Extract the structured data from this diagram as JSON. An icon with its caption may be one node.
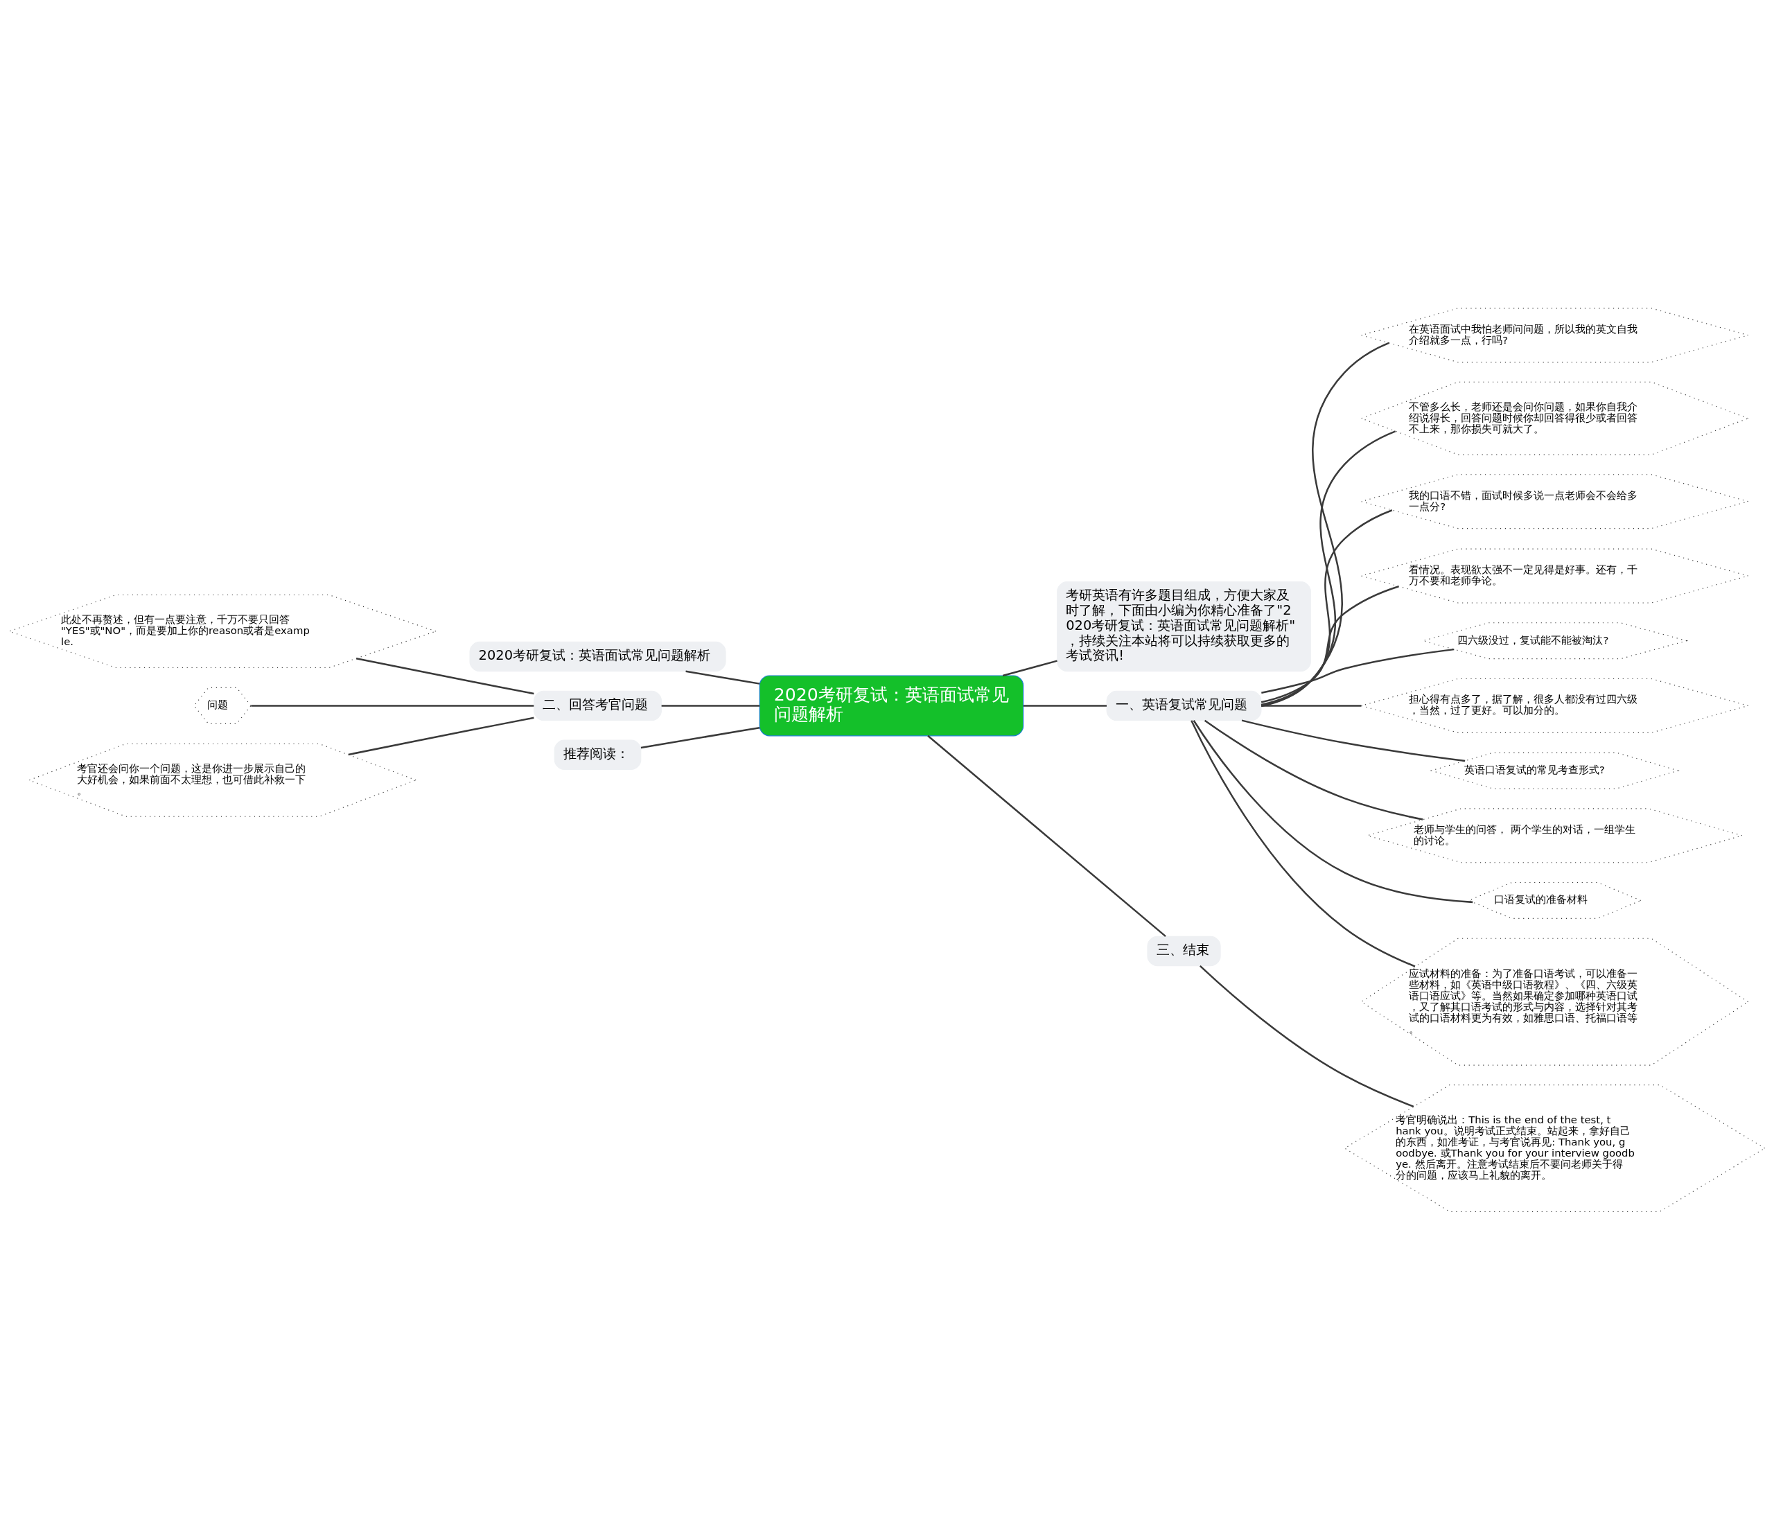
{
  "diagram": {
    "nodes": [
      {
        "text": [
          "2020考研复试：英语面试常见问题解析"
        ]
      },
      {
        "text": [
          "考研英语有许多题目组成，方便大家及时了解，下面由小编为你精心准备了\"2020考研复试：英语面试常见问题解析\"，持续关注本站将可以持续获取更多的考试资讯!"
        ]
      },
      {
        "text": [
          "2020考研复试：英语面试常见问题解析"
        ]
      },
      {
        "text": [
          "二、回答考官问题"
        ]
      },
      {
        "text": [
          "此处不再赘述，但有一点要注意，千万不要只回答\"YES\"或\"NO\"，而是要加上你的reason或者是example."
        ]
      },
      {
        "text": [
          "问题"
        ]
      },
      {
        "text": [
          "考官还会问你一个问题，这是你进一步展示自己的大好机会，如果前面不太理想，也可借此补救一下。"
        ]
      },
      {
        "text": [
          "推荐阅读："
        ]
      },
      {
        "text": [
          "一、英语复试常见问题"
        ]
      },
      {
        "text": [
          "在英语面试中我怕老师问问题，所以我的英文自我介绍就多一点，行吗?"
        ]
      },
      {
        "text": [
          "不管多么长，老师还是会问你问题，如果你自我介绍说得长，回答问题时候你却回答得很少或者回答不上来，那你损失可就大了。"
        ]
      },
      {
        "text": [
          "我的口语不错，面试时候多说一点老师会不会给多一点分?"
        ]
      },
      {
        "text": [
          "看情况。表现欲太强不一定见得是好事。还有，千万不要和老师争论。"
        ]
      },
      {
        "text": [
          "四六级没过，复试能不能被淘汰?"
        ]
      },
      {
        "text": [
          "担心得有点多了，据了解，很多人都没有过四六级，当然，过了更好。可以加分的。"
        ]
      },
      {
        "text": [
          "英语口语复试的常见考查形式?"
        ]
      },
      {
        "text": [
          "老师与学生的问答， 两个学生的对话，一组学生的讨论。"
        ]
      },
      {
        "text": [
          "口语复试的准备材料"
        ]
      },
      {
        "text": [
          "应试材料的准备：为了准备口语考试，可以准备一些材料，如《英语中级口语教程》、《四、六级英语口语应试》等。当然如果确定参加哪种英语口试，又了解其口语考试的形式与内容，选择针对其考试的口语材料更为有效，如雅思口语、托福口语等。"
        ]
      },
      {
        "text": [
          "三、结束"
        ]
      },
      {
        "text": [
          "考官明确说出：This is the end of the test, thank you。说明考试正式结束。站起来，拿好自己的东西，如准考证，与考官说再见: Thank you, goodbye. 或Thank you for your interview goodbye. 然后离开。注意考试结束后不要问老师关于得分的问题，应该马上礼貌的离开。"
        ]
      }
    ],
    "edges": [
      {
        "from": 0,
        "to": 1,
        "arrow": "none"
      },
      {
        "from": 0,
        "to": 2,
        "arrow": "none"
      },
      {
        "from": 0,
        "to": 3,
        "arrow": "none"
      },
      {
        "from": 3,
        "to": 4,
        "arrow": "none"
      },
      {
        "from": 3,
        "to": 5,
        "arrow": "none"
      },
      {
        "from": 3,
        "to": 6,
        "arrow": "none"
      },
      {
        "from": 0,
        "to": 7,
        "arrow": "none"
      },
      {
        "from": 0,
        "to": 8,
        "arrow": "none"
      },
      {
        "from": 8,
        "to": 9,
        "arrow": "none"
      },
      {
        "from": 8,
        "to": 10,
        "arrow": "none"
      },
      {
        "from": 8,
        "to": 11,
        "arrow": "none"
      },
      {
        "from": 8,
        "to": 12,
        "arrow": "none"
      },
      {
        "from": 8,
        "to": 13,
        "arrow": "none"
      },
      {
        "from": 8,
        "to": 14,
        "arrow": "none"
      },
      {
        "from": 8,
        "to": 15,
        "arrow": "none"
      },
      {
        "from": 8,
        "to": 16,
        "arrow": "none"
      },
      {
        "from": 8,
        "to": 17,
        "arrow": "none"
      },
      {
        "from": 8,
        "to": 18,
        "arrow": "none"
      },
      {
        "from": 0,
        "to": 19,
        "arrow": "none"
      },
      {
        "from": 19,
        "to": 20,
        "arrow": "none"
      }
    ]
  }
}
